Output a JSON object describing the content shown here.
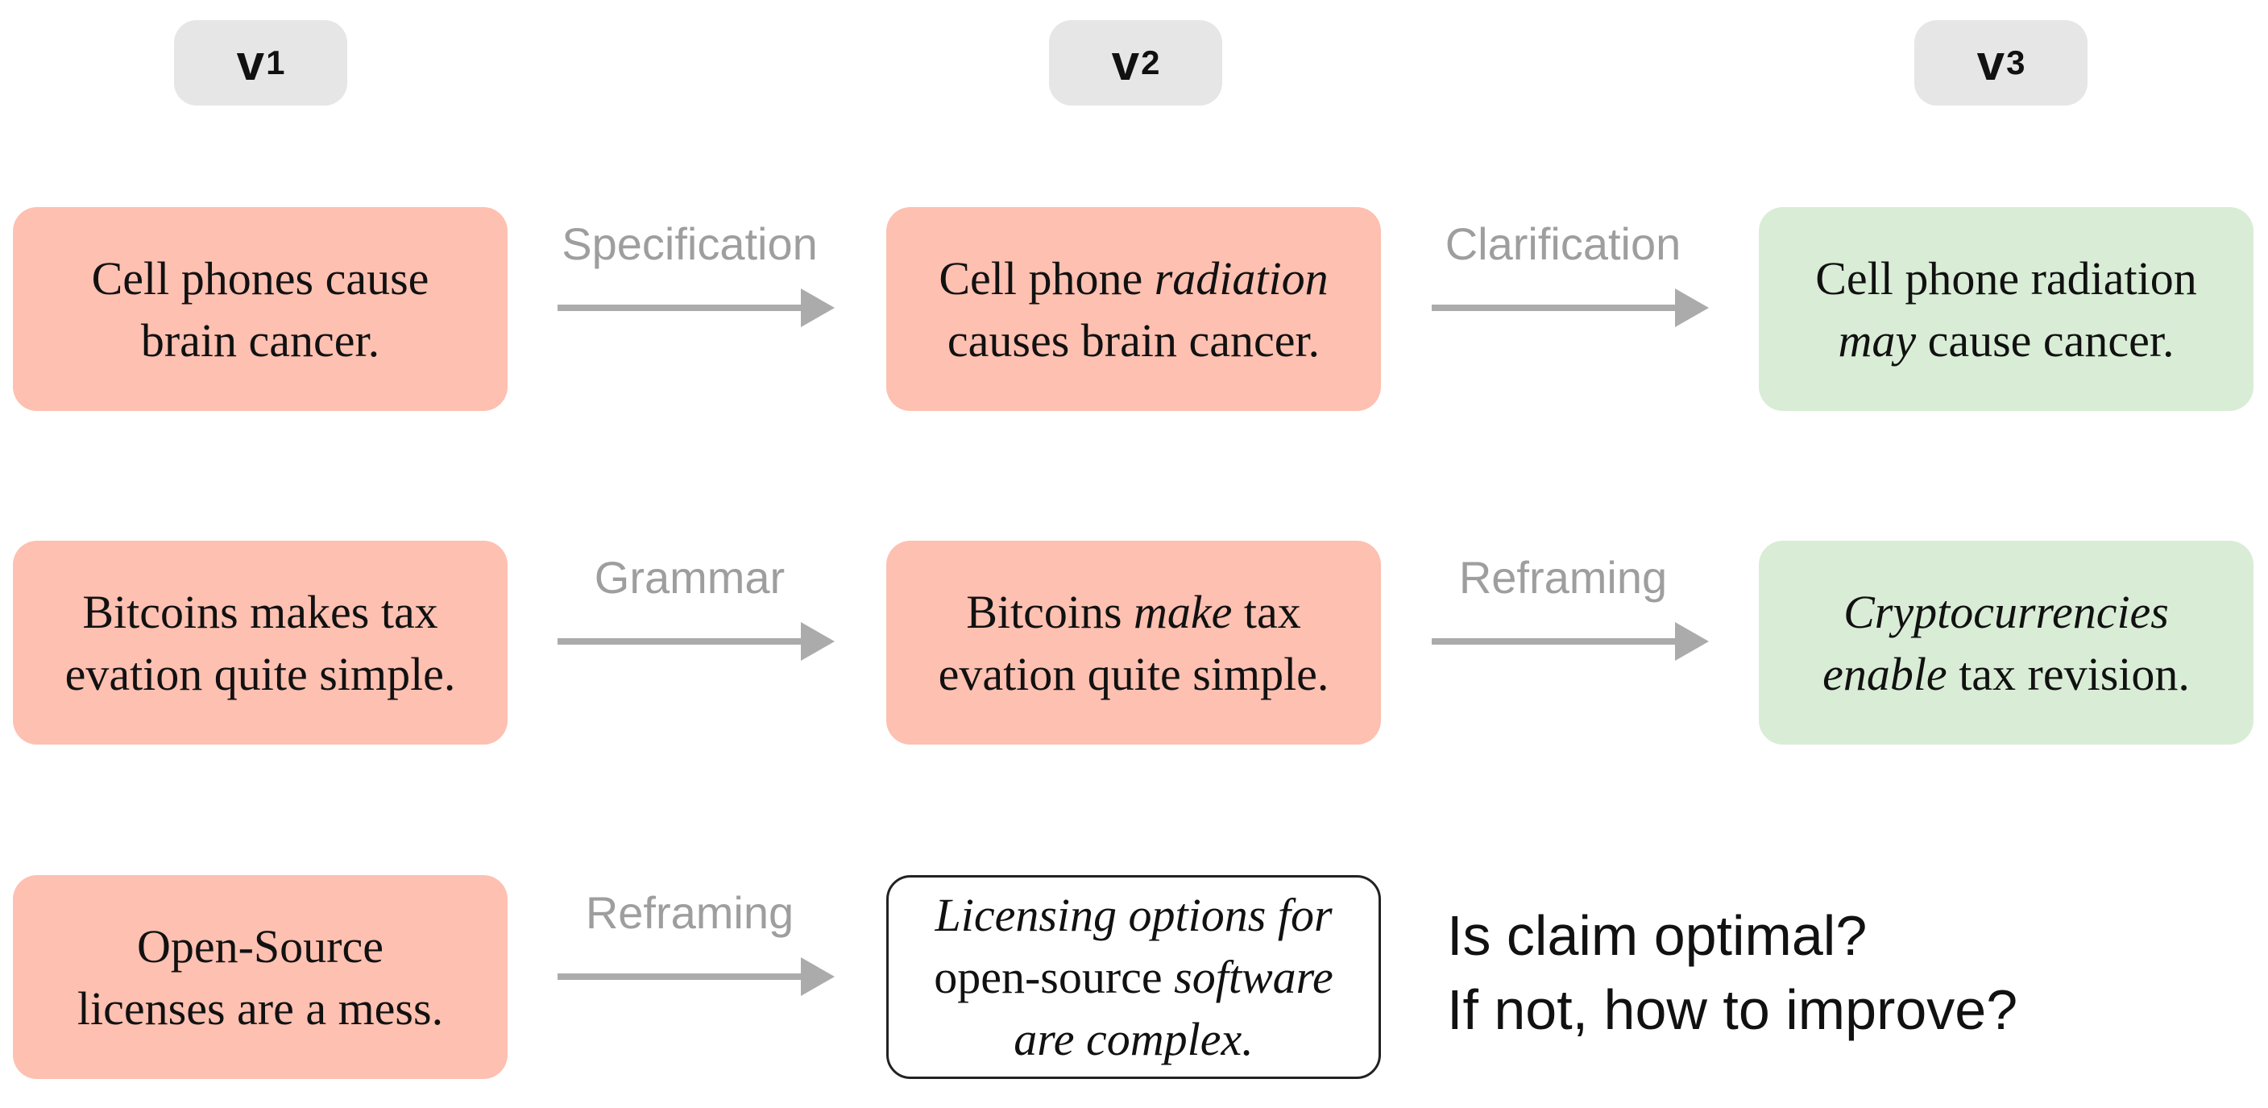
{
  "headers": [
    {
      "base": "v",
      "sub": "1"
    },
    {
      "base": "v",
      "sub": "2"
    },
    {
      "base": "v",
      "sub": "3"
    }
  ],
  "rows": [
    {
      "v1": {
        "line1": "Cell phones cause",
        "line2": "brain cancer."
      },
      "edit1": "Specification",
      "v2": {
        "line1_a": "Cell phone ",
        "line1_i": "radiation",
        "line2": "causes brain cancer."
      },
      "edit2": "Clarification",
      "v3": {
        "line1": "Cell phone radiation",
        "line2_i": "may",
        "line2_b": " cause cancer."
      }
    },
    {
      "v1": {
        "line1": "Bitcoins makes tax",
        "line2": "evation quite simple."
      },
      "edit1": "Grammar",
      "v2": {
        "line1_a": "Bitcoins ",
        "line1_i": "make",
        "line1_b": " tax",
        "line2": "evation quite simple."
      },
      "edit2": "Reframing",
      "v3": {
        "line1_i": "Cryptocurrencies",
        "line2_i": "enable",
        "line2_b": " tax revision."
      }
    },
    {
      "v1": {
        "line1": "Open-Source",
        "line2": "licenses are a mess."
      },
      "edit1": "Reframing",
      "v2": {
        "line1_i": "Licensing options for",
        "line2_a": "open-source ",
        "line2_i": "software",
        "line3_i": "are complex."
      },
      "question": {
        "line1": "Is claim optimal?",
        "line2": "If not, how to improve?"
      }
    }
  ],
  "colors": {
    "suboptimal_claim": "#fdc0b1",
    "optimal_claim": "#d9edd6",
    "header_pill": "#e6e6e6",
    "arrow": "#ababab",
    "edit_label": "#9e9e9e"
  }
}
